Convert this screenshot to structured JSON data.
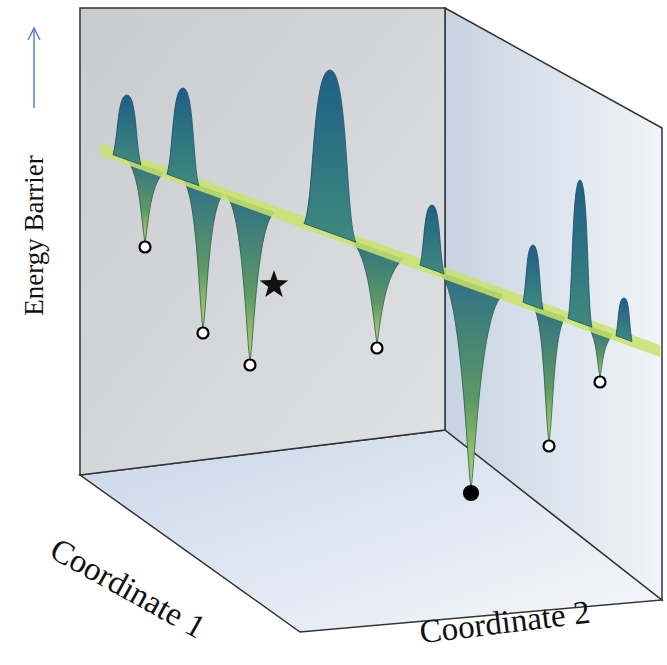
{
  "diagram": {
    "labels": [
      "Energy Barrier",
      "Coordinate 1",
      "Coordinate 2"
    ]
  }
}
